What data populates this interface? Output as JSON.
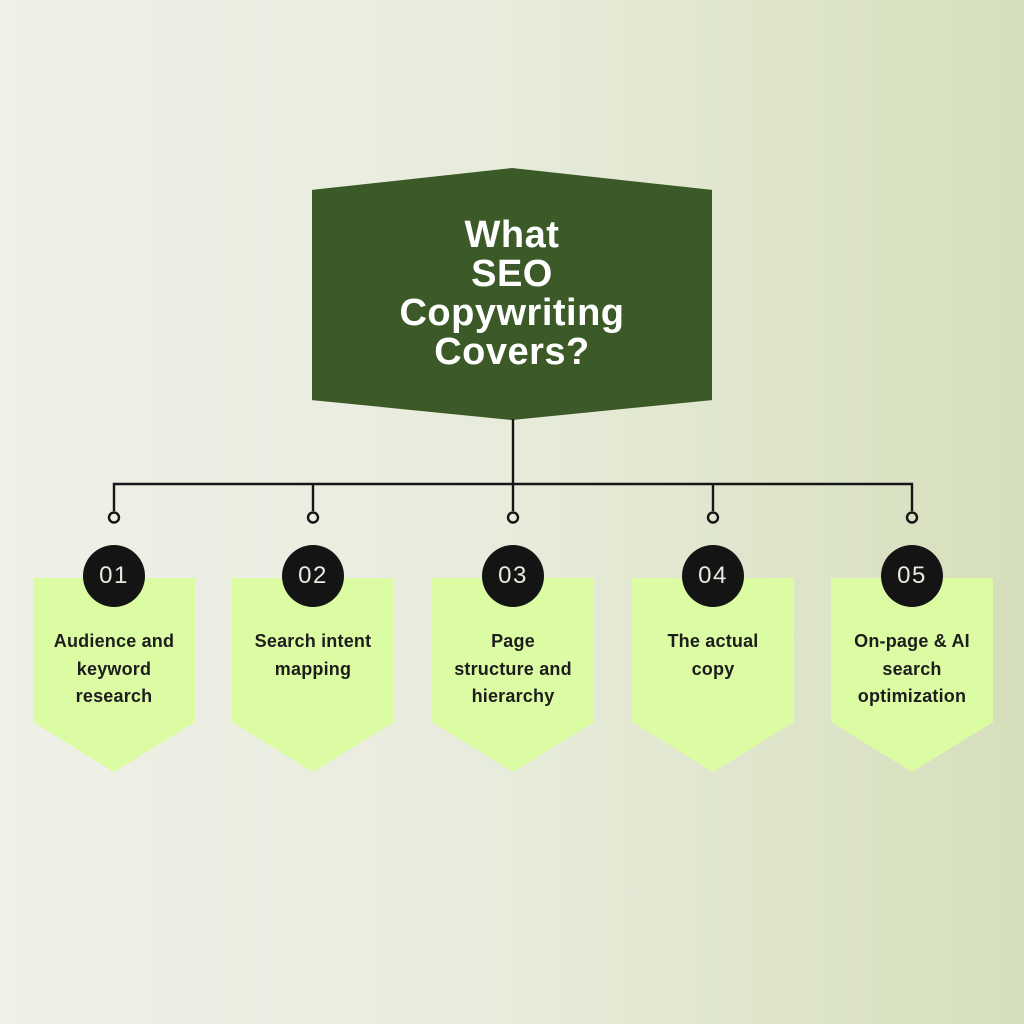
{
  "header": {
    "title_lines": "What\nSEO\nCopywriting\nCovers?",
    "title_text": "What SEO Copywriting Covers?"
  },
  "items": [
    {
      "number": "01",
      "text": "Audience and\nkeyword\nresearch"
    },
    {
      "number": "02",
      "text": "Search intent\nmapping"
    },
    {
      "number": "03",
      "text": "Page\nstructure and\nhierarchy"
    },
    {
      "number": "04",
      "text": "The actual\ncopy"
    },
    {
      "number": "05",
      "text": "On-page & AI\nsearch\noptimization"
    }
  ],
  "colors": {
    "bg-left": "#eff0e8",
    "bg-right": "#d6dfbc",
    "banner": "#3b5a27",
    "banner-text": "#ffffff",
    "line": "#161616",
    "card": "#dcfca3",
    "card-text": "#1d1d1d",
    "badge": "#141414",
    "badge-text": "#ebe9df"
  }
}
